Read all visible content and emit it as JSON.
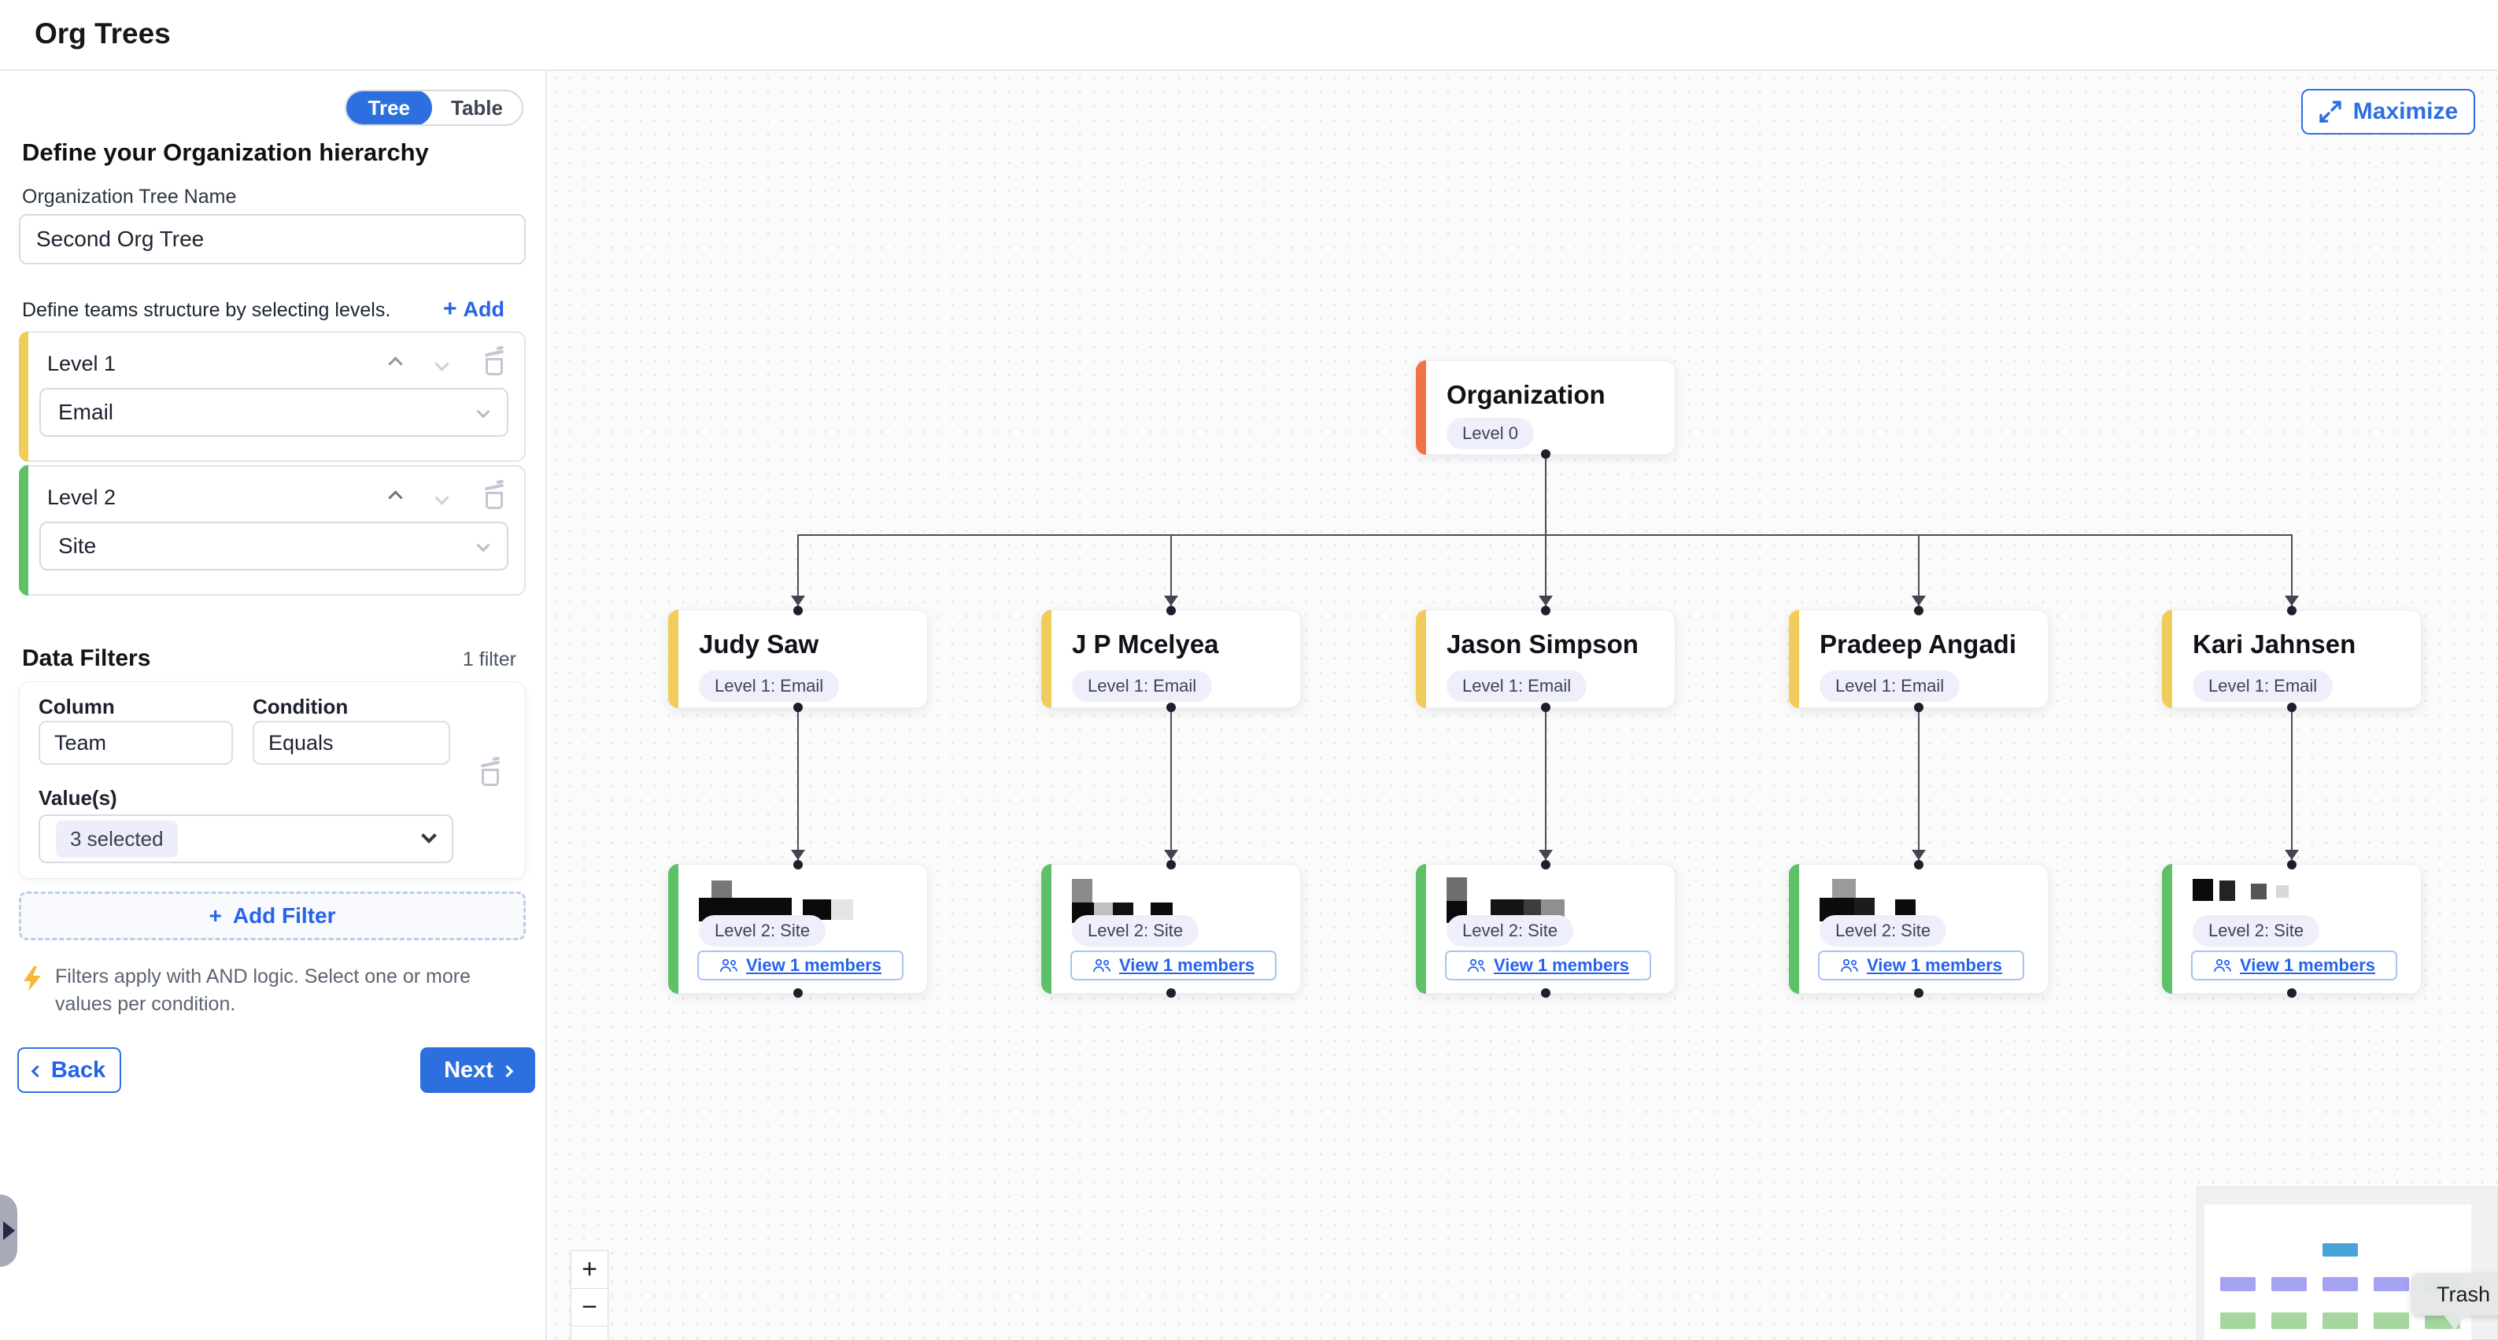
{
  "header": {
    "title": "Org Trees"
  },
  "sidebar": {
    "view_toggle": {
      "options": [
        "Tree",
        "Table"
      ],
      "selected": "Tree"
    },
    "heading": "Define your Organization hierarchy",
    "tree_name": {
      "label": "Organization Tree Name",
      "value": "Second Org Tree"
    },
    "levels_section": {
      "hint": "Define teams structure by selecting levels.",
      "add_label": "Add",
      "plus": "+"
    },
    "levels": [
      {
        "label": "Level 1",
        "value": "Email",
        "accent": "#f0cd5b"
      },
      {
        "label": "Level 2",
        "value": "Site",
        "accent": "#5fc167"
      }
    ],
    "filters_section": {
      "title": "Data Filters",
      "count_label": "1 filter"
    },
    "filter": {
      "column_label": "Column",
      "column_value": "Team",
      "condition_label": "Condition",
      "condition_value": "Equals",
      "values_label": "Value(s)",
      "values_value": "3 selected"
    },
    "add_filter_label": "Add Filter",
    "add_filter_plus": "+",
    "note": "Filters apply with AND logic. Select one or more values per condition.",
    "back_label": "Back",
    "next_label": "Next"
  },
  "canvas": {
    "maximize_label": "Maximize",
    "zoom_controls": {
      "zoom_in": "+",
      "zoom_out": "−"
    },
    "tooltip": {
      "text": "Trash"
    }
  },
  "tree": {
    "root": {
      "title": "Organization",
      "badge": "Level 0",
      "accent": "#ef7445"
    },
    "level1_badge": "Level 1: Email",
    "level2_badge": "Level 2: Site",
    "view_members_label": "View 1 members",
    "level1_names": [
      "Judy Saw",
      "J P Mcelyea",
      "Jason Simpson",
      "Pradeep Angadi",
      "Kari Jahnsen"
    ],
    "level2_names_redacted": true,
    "columns": [
      317,
      791,
      1267,
      1741,
      2215
    ],
    "accents": {
      "level1": "#f0cd5b",
      "level2": "#5fc167"
    },
    "level2_patterns": [
      [
        [
          16,
          4,
          26,
          24,
          "#777777"
        ],
        [
          0,
          26,
          118,
          30,
          "#0b0b0b"
        ],
        [
          132,
          28,
          36,
          26,
          "#0b0b0b"
        ],
        [
          168,
          28,
          28,
          26,
          "#e4e4e4"
        ]
      ],
      [
        [
          0,
          2,
          26,
          30,
          "#8b8b8b"
        ],
        [
          0,
          32,
          28,
          26,
          "#0b0b0b"
        ],
        [
          28,
          32,
          24,
          26,
          "#c0c0c0"
        ],
        [
          52,
          32,
          26,
          26,
          "#111111"
        ],
        [
          100,
          32,
          28,
          26,
          "#0b0b0b"
        ]
      ],
      [
        [
          0,
          0,
          26,
          30,
          "#6f6f6f"
        ],
        [
          0,
          30,
          26,
          28,
          "#0b0b0b"
        ],
        [
          56,
          28,
          42,
          28,
          "#141414"
        ],
        [
          98,
          28,
          22,
          28,
          "#3c3c3c"
        ],
        [
          120,
          28,
          30,
          28,
          "#8f8f8f"
        ]
      ],
      [
        [
          16,
          2,
          30,
          24,
          "#9b9b9b"
        ],
        [
          0,
          26,
          44,
          30,
          "#0c0c0c"
        ],
        [
          44,
          26,
          26,
          30,
          "#1c1c1c"
        ],
        [
          96,
          28,
          26,
          26,
          "#0c0c0c"
        ]
      ],
      [
        [
          0,
          2,
          26,
          28,
          "#0b0b0b"
        ],
        [
          34,
          4,
          20,
          26,
          "#232323"
        ],
        [
          74,
          8,
          20,
          20,
          "#555555"
        ],
        [
          106,
          10,
          16,
          16,
          "#d8d8d8"
        ]
      ]
    ]
  },
  "minimap": {
    "root_color": "#4aa3d8",
    "level1_color": "#a5a2f2",
    "level2_color": "#a6d69f",
    "level1_count": 5,
    "level2_count": 5
  }
}
